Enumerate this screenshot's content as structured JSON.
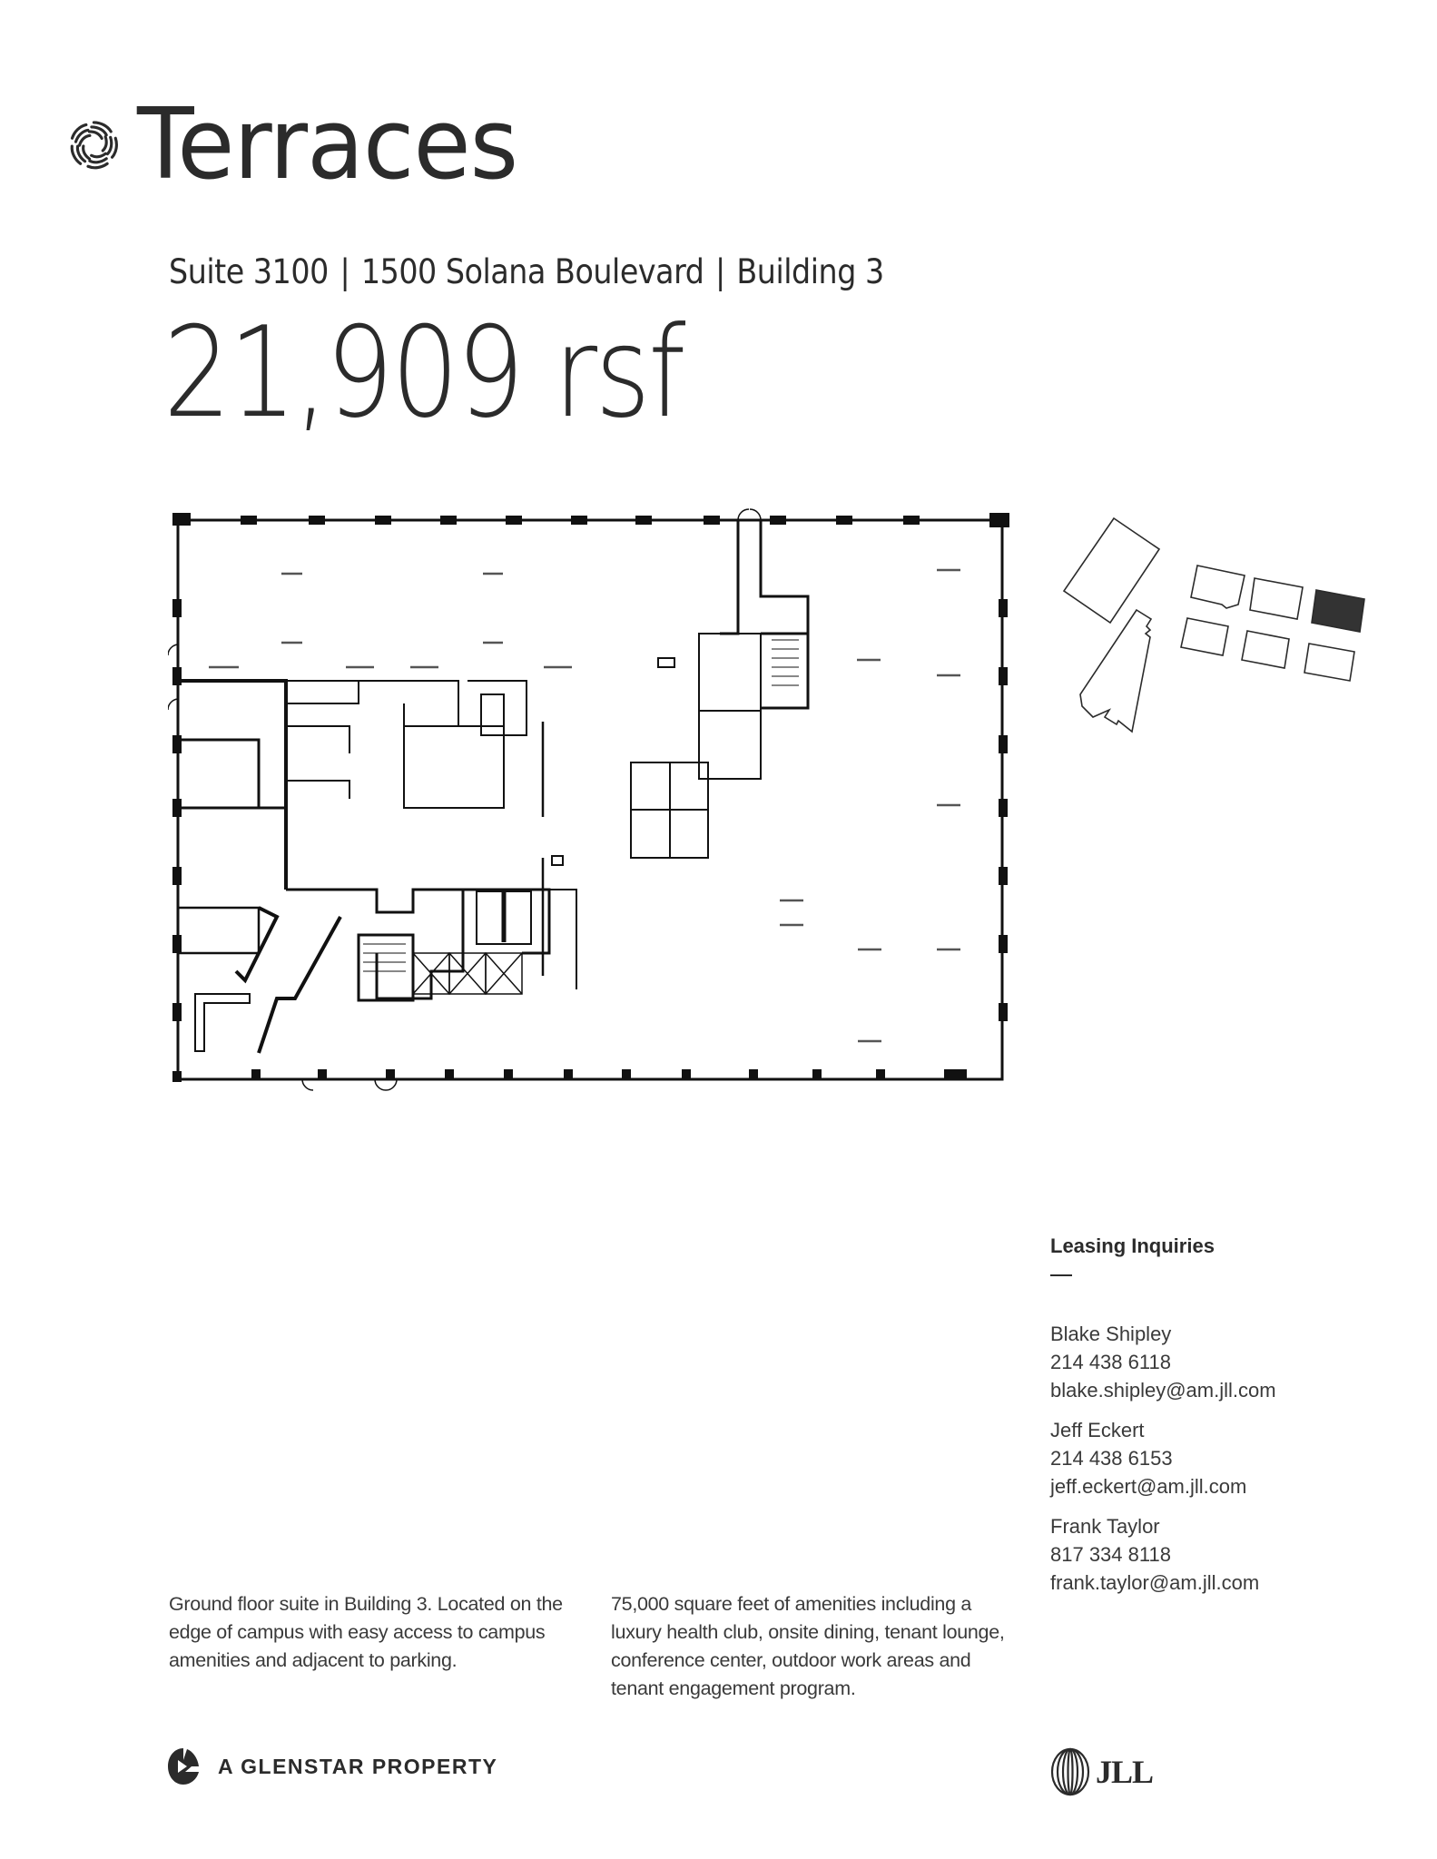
{
  "brand": {
    "name": "Terraces",
    "logo_icon": "swirl-logo-icon"
  },
  "listing": {
    "suite": "Suite 3100",
    "address": "1500 Solana Boulevard",
    "building": "Building 3",
    "separator": "|",
    "area": "21,909 rsf"
  },
  "floorplan": {
    "icon": "floor-plan-drawing",
    "site_map": {
      "buildings_total": 8,
      "highlighted_building": "Building 3"
    }
  },
  "leasing": {
    "title": "Leasing Inquiries",
    "contacts": [
      {
        "name": "Blake Shipley",
        "phone": "214 438 6118",
        "email": "blake.shipley@am.jll.com"
      },
      {
        "name": "Jeff Eckert",
        "phone": "214 438 6153",
        "email": "jeff.eckert@am.jll.com"
      },
      {
        "name": "Frank Taylor",
        "phone": "817 334 8118",
        "email": "frank.taylor@am.jll.com"
      }
    ]
  },
  "description": {
    "left": "Ground floor suite in Building 3. Located on the edge of campus with easy access to campus amenities and adjacent to parking.",
    "right": "75,000 square feet of amenities including a luxury health club, onsite dining, tenant lounge, conference center, outdoor work areas and tenant engagement program."
  },
  "footer": {
    "glenstar": "A GLENSTAR PROPERTY",
    "glenstar_icon": "glenstar-logo-icon",
    "jll": "JLL",
    "jll_icon": "jll-logo-icon"
  },
  "colors": {
    "text": "#2b2b2b",
    "plan_lines": "#111111",
    "highlight": "#333333"
  }
}
